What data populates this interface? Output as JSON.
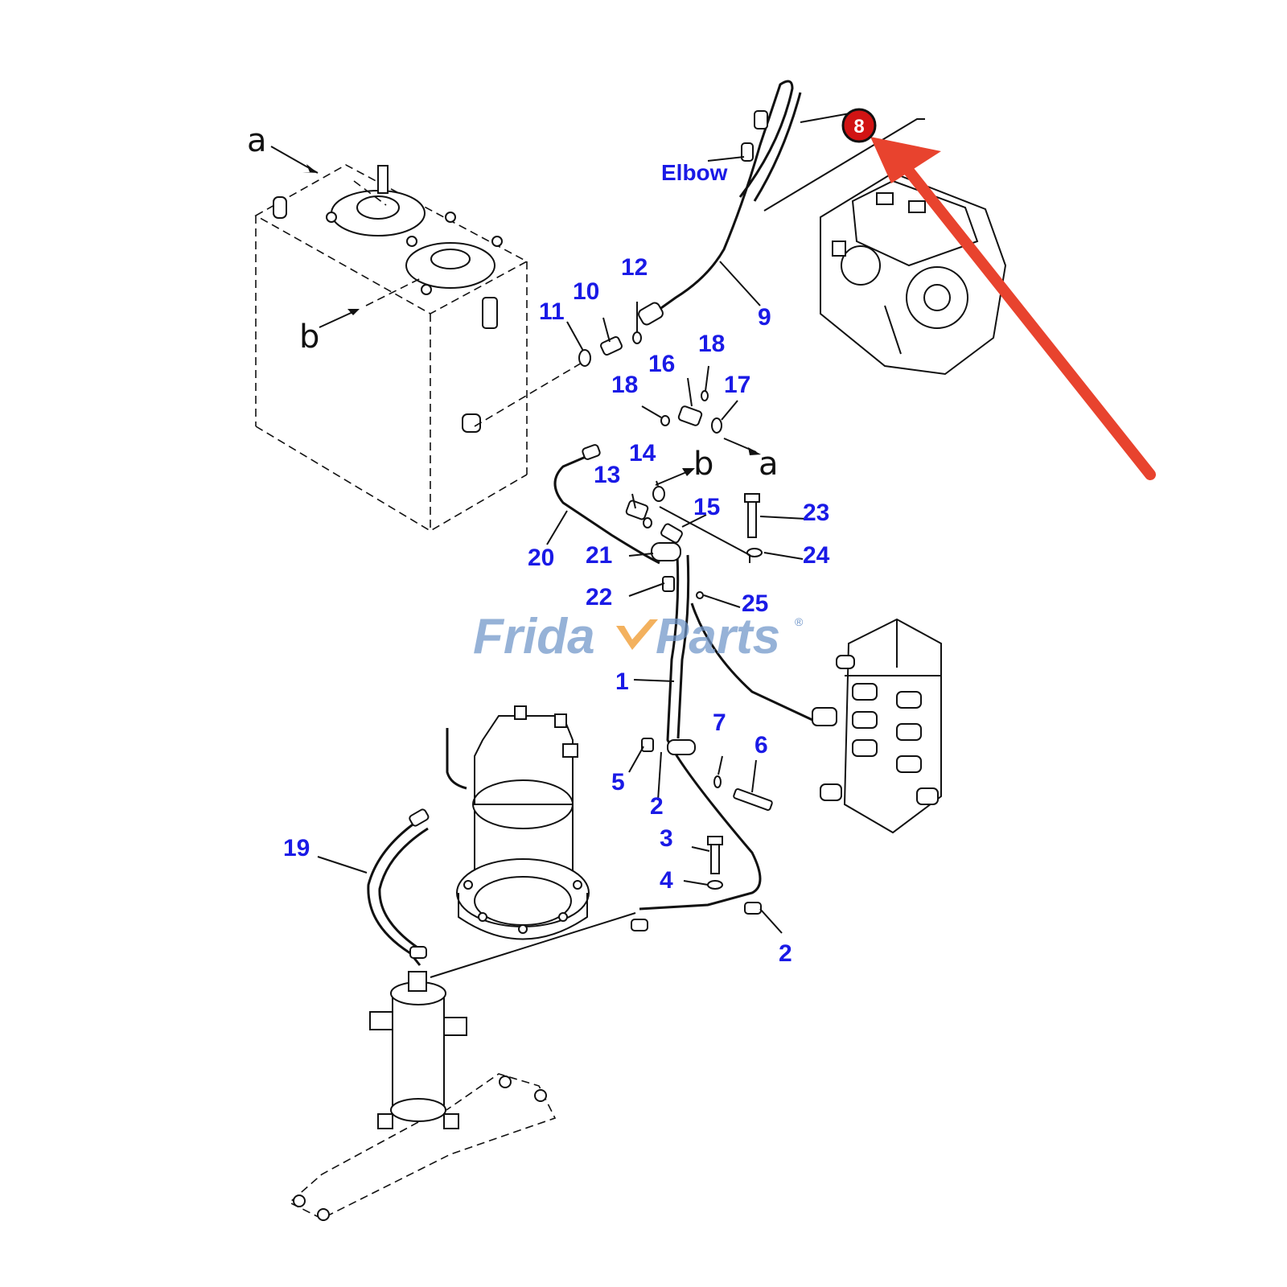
{
  "diagram": {
    "elbow_label": "Elbow",
    "highlight_number": "8",
    "watermark": {
      "text_left": "Frida",
      "text_right": "Parts",
      "registered_mark": "®"
    },
    "part_labels": [
      {
        "id": "p1",
        "text": "1"
      },
      {
        "id": "p2a",
        "text": "2"
      },
      {
        "id": "p2b",
        "text": "2"
      },
      {
        "id": "p3",
        "text": "3"
      },
      {
        "id": "p4",
        "text": "4"
      },
      {
        "id": "p5",
        "text": "5"
      },
      {
        "id": "p6",
        "text": "6"
      },
      {
        "id": "p7",
        "text": "7"
      },
      {
        "id": "p9",
        "text": "9"
      },
      {
        "id": "p10",
        "text": "10"
      },
      {
        "id": "p11",
        "text": "11"
      },
      {
        "id": "p12",
        "text": "12"
      },
      {
        "id": "p13",
        "text": "13"
      },
      {
        "id": "p14",
        "text": "14"
      },
      {
        "id": "p15",
        "text": "15"
      },
      {
        "id": "p16",
        "text": "16"
      },
      {
        "id": "p17",
        "text": "17"
      },
      {
        "id": "p18a",
        "text": "18"
      },
      {
        "id": "p18b",
        "text": "18"
      },
      {
        "id": "p19",
        "text": "19"
      },
      {
        "id": "p20",
        "text": "20"
      },
      {
        "id": "p21",
        "text": "21"
      },
      {
        "id": "p22",
        "text": "22"
      },
      {
        "id": "p23",
        "text": "23"
      },
      {
        "id": "p24",
        "text": "24"
      },
      {
        "id": "p25",
        "text": "25"
      }
    ],
    "reference_labels": [
      {
        "id": "ra1",
        "text": "a"
      },
      {
        "id": "rb1",
        "text": "b"
      },
      {
        "id": "rb2",
        "text": "b"
      },
      {
        "id": "ra2",
        "text": "a"
      }
    ],
    "colors": {
      "label_blue": "#1a1ae6",
      "arrow_red": "#e8432e",
      "badge_red": "#d11414",
      "watermark_blue": "#6f95c9",
      "watermark_orange": "#f1a342"
    }
  }
}
